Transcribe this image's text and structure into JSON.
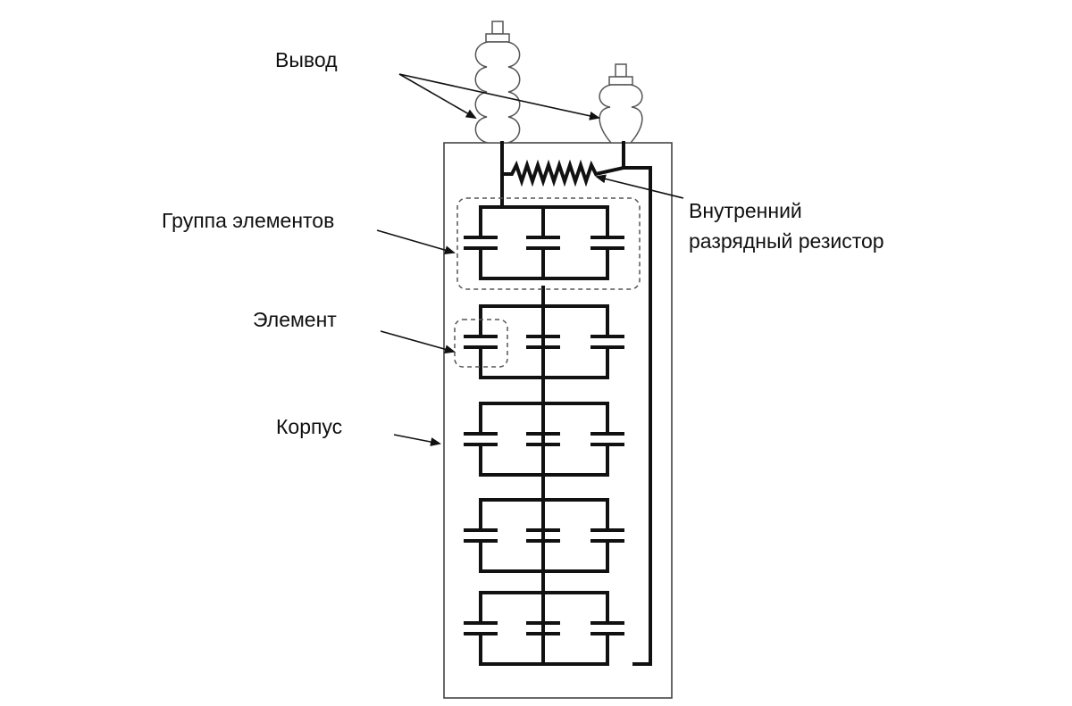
{
  "labels": {
    "terminal": "Вывод",
    "element_group": "Группа элементов",
    "element": "Элемент",
    "casing": "Корпус",
    "resistor_line1": "Внутренний",
    "resistor_line2": "разрядный резистор"
  },
  "structure": {
    "terminal_count": 2,
    "group_count": 5,
    "elements_per_group": 3
  },
  "colors": {
    "line": "#111111",
    "outline": "#444444",
    "dashed": "#555555",
    "background": "#ffffff"
  }
}
